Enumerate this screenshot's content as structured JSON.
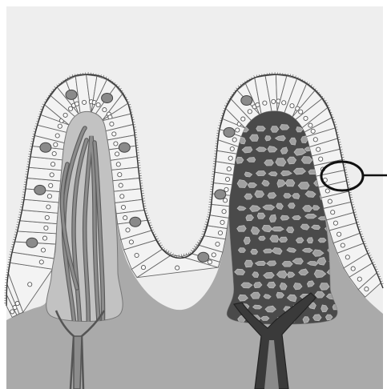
{
  "diagram": {
    "colors": {
      "background": "#ffffff",
      "sky": "#eeeeee",
      "lamina": "#aaaaaa",
      "lamina_light": "#c2c2c2",
      "cell_fill": "#f3f3f3",
      "cell_border": "#666666",
      "goblet": "#8a8a8a",
      "lacteal": "#8c8c8c",
      "capillary_net": "#4a4a4a",
      "outline": "#1a1a1a"
    },
    "villi": [
      {
        "name": "villus-left",
        "core_structure": "lacteal"
      },
      {
        "name": "villus-right",
        "core_structure": "capillary-network"
      }
    ],
    "highlight": {
      "shape": "ellipse",
      "has_leader_line": true
    }
  }
}
